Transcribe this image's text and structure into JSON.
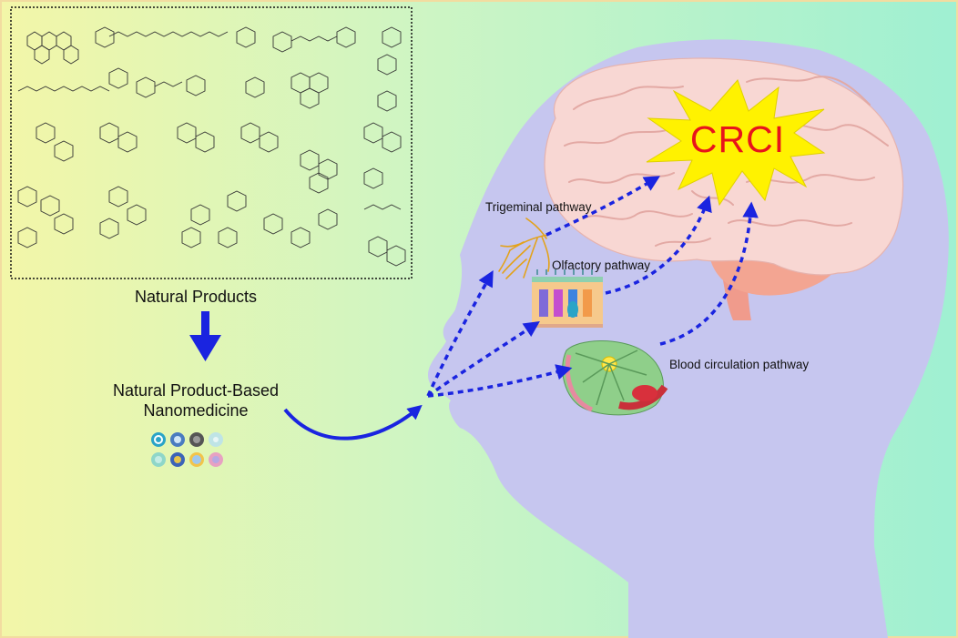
{
  "left": {
    "natural_products_label": "Natural Products",
    "nanomedicine_label_line1": "Natural Product-Based",
    "nanomedicine_label_line2": "Nanomedicine"
  },
  "pathways": {
    "trigeminal": "Trigeminal pathway",
    "olfactory": "Olfactory pathway",
    "blood": "Blood circulation pathway"
  },
  "target": {
    "label": "CRCI"
  },
  "colors": {
    "arrow_blue": "#1a24e0",
    "crci_text": "#e8141b",
    "burst_fill": "#fff200",
    "head_fill": "#c6c6ef",
    "brain_fill": "#f7d8d4",
    "bg_left": "#f1f6a6",
    "bg_right": "#9ff0d0"
  },
  "icons": {
    "natural_products": "chemical-structures",
    "nanoparticles": "nanoparticle-spheres",
    "trigeminal": "nerve-branches",
    "olfactory": "olfactory-epithelium",
    "blood": "neurovascular-unit"
  }
}
